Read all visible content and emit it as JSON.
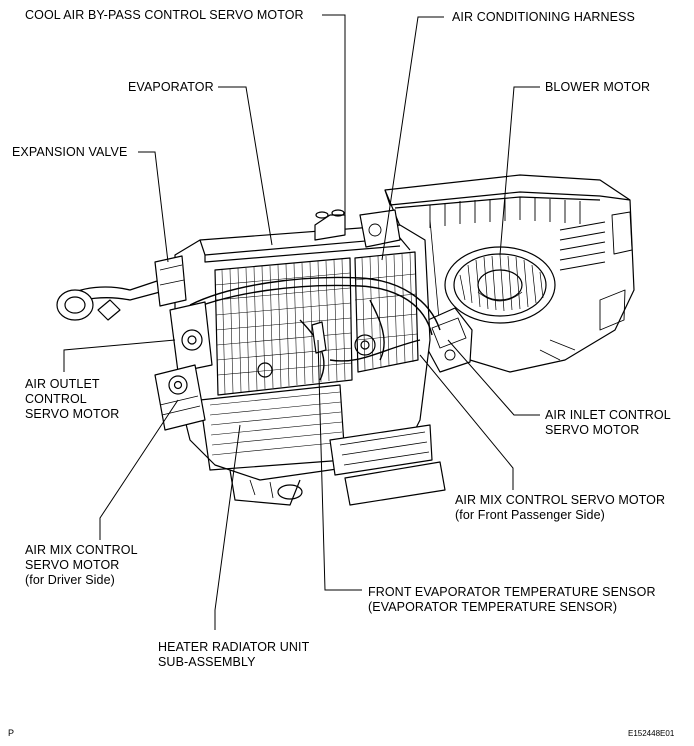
{
  "labels": {
    "cool_air_bypass": [
      "COOL AIR BY-PASS CONTROL SERVO MOTOR"
    ],
    "ac_harness": [
      "AIR CONDITIONING HARNESS"
    ],
    "evaporator": [
      "EVAPORATOR"
    ],
    "blower_motor": [
      "BLOWER MOTOR"
    ],
    "expansion_valve": [
      "EXPANSION VALVE"
    ],
    "air_outlet": [
      "AIR OUTLET",
      "CONTROL",
      "SERVO MOTOR"
    ],
    "air_inlet": [
      "AIR INLET CONTROL",
      "SERVO MOTOR"
    ],
    "air_mix_passenger": [
      "AIR MIX CONTROL SERVO MOTOR",
      "(for Front Passenger Side)"
    ],
    "air_mix_driver": [
      "AIR MIX CONTROL",
      "SERVO MOTOR",
      "(for Driver Side)"
    ],
    "front_evap_sensor": [
      "FRONT EVAPORATOR TEMPERATURE SENSOR",
      "(EVAPORATOR TEMPERATURE SENSOR)"
    ],
    "heater_radiator": [
      "HEATER RADIATOR UNIT",
      "SUB-ASSEMBLY"
    ]
  },
  "footer": {
    "left": "P",
    "right": "E152448E01"
  },
  "colors": {
    "ink": "#000000",
    "paper": "#ffffff"
  }
}
